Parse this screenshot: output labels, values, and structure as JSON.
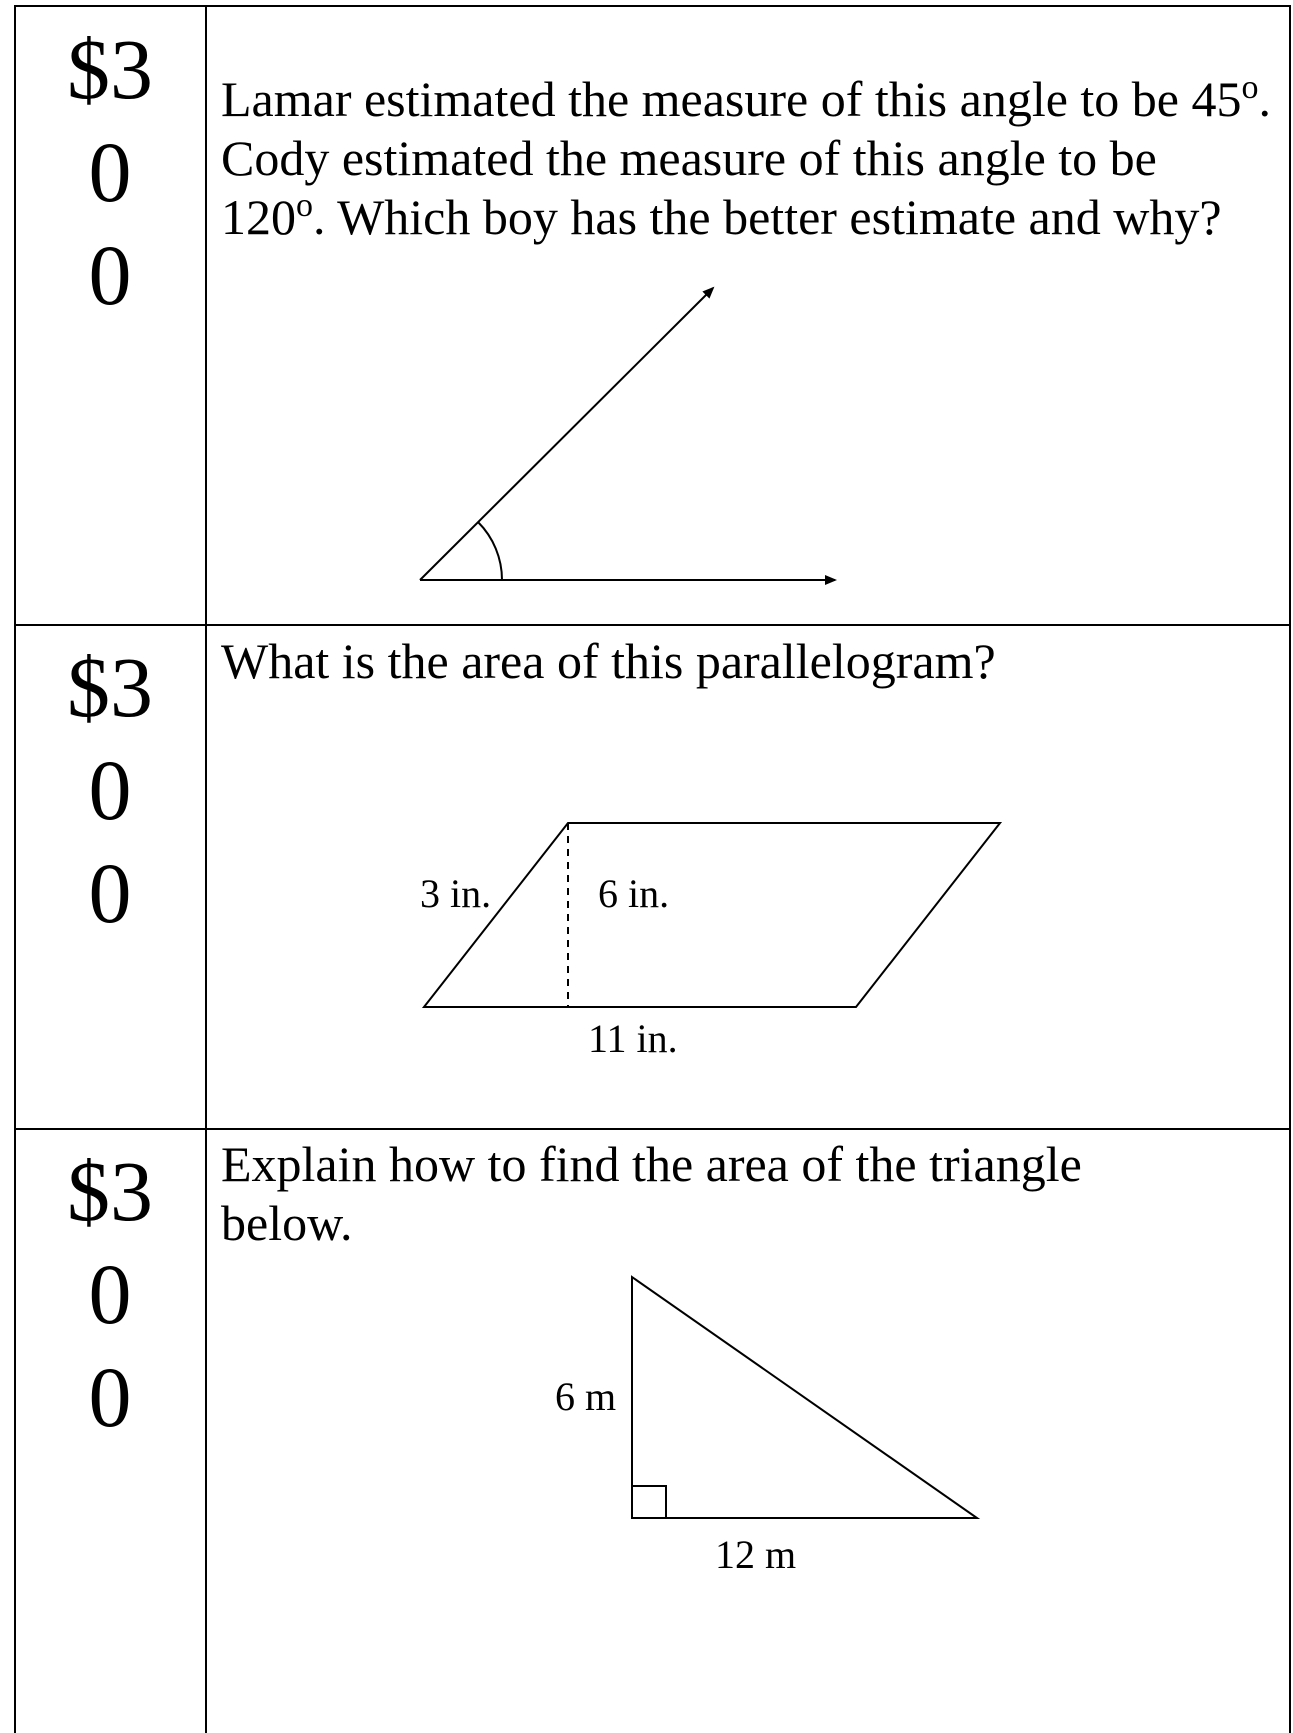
{
  "rows": [
    {
      "value": {
        "line1": "$3",
        "line2": "0",
        "line3": "0"
      },
      "question": {
        "text_a": "Lamar estimated the measure of this angle to be 45",
        "deg_a": "o",
        "text_b": ". Cody estimated the measure of this angle to be 120",
        "deg_b": "o",
        "text_c": ". Which boy has the better estimate and why?"
      }
    },
    {
      "value": {
        "line1": "$3",
        "line2": "0",
        "line3": "0"
      },
      "question": {
        "text": "What is the area of this parallelogram?"
      },
      "labels": {
        "side": "3 in.",
        "height": "6 in.",
        "base": "11 in."
      }
    },
    {
      "value": {
        "line1": "$3",
        "line2": "0",
        "line3": "0"
      },
      "question": {
        "text": "Explain how to find the area of the triangle below."
      },
      "labels": {
        "height": "6 m",
        "base": "12 m"
      }
    }
  ]
}
